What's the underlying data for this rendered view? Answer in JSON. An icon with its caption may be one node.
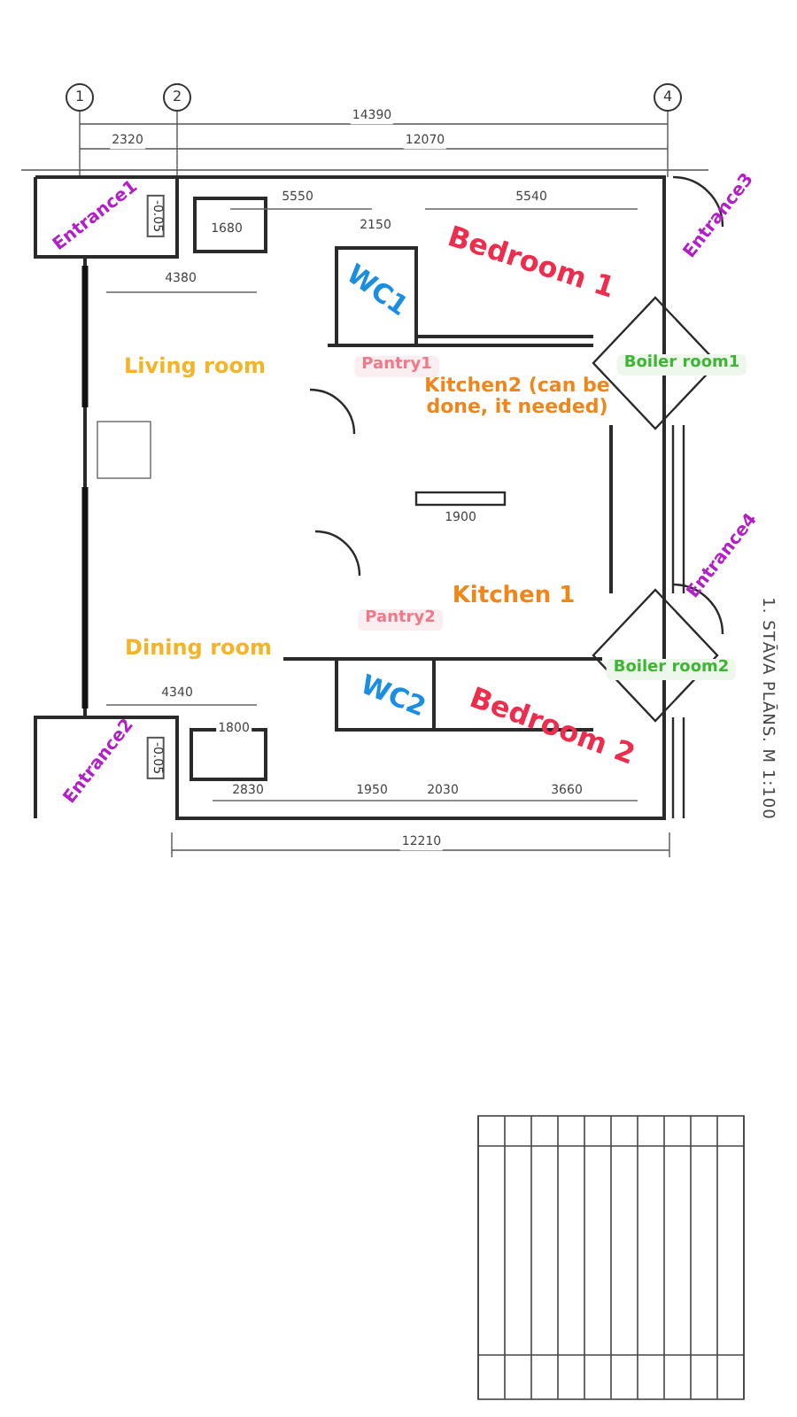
{
  "diagram": {
    "labels": [
      "1",
      "2",
      "4",
      "14390",
      "2320",
      "12070",
      "Entrance1",
      "-0.05",
      "Bedroom 1",
      "5550",
      "5540",
      "1680",
      "2150",
      "Entrance3",
      "WC1",
      "4380",
      "Living room",
      "Pantry1",
      "Kitchen2 (can be done, it needed)",
      "Boiler room1",
      "1900",
      "Entrance4",
      "Kitchen 1",
      "Pantry2",
      "Dining room",
      "Boiler room2",
      "WC2",
      "4340",
      "Bedroom 2",
      "1. STĀVA PLĀNS. M 1:100",
      "Entrance2",
      "-0.05",
      "1800",
      "2830",
      "1950",
      "2030",
      "3660",
      "12210"
    ]
  }
}
